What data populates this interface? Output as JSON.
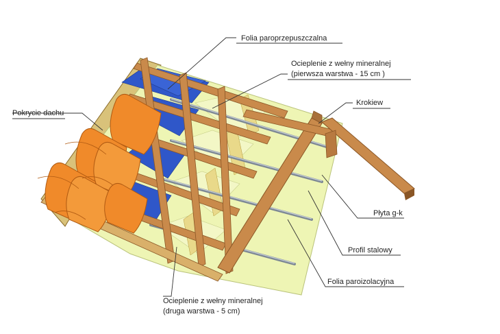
{
  "labels": {
    "vapor_permeable_foil": "Folia paroprzepuszczalna",
    "insulation_first_line1": "Ocieplenie z wełny mineralnej",
    "insulation_first_line2": "(pierwsza warstwa - 15 cm )",
    "rafter": "Krokiew",
    "roof_covering": "Pokrycie dachu",
    "plasterboard": "Płyta g-k",
    "steel_profile": "Profil stalowy",
    "vapor_barrier_foil": "Folia paroizolacyjna",
    "insulation_second_line1": "Ocieplenie z wełny mineralnej",
    "insulation_second_line2": "(druga warstwa - 5 cm)"
  },
  "colors": {
    "tile": "#f08a2a",
    "tile_shadow": "#c8661a",
    "timber": "#c98a4b",
    "timber_dark": "#8a5626",
    "foil_blue": "#2f57c9",
    "insulation": "#eef5b4",
    "wool_yellow": "#e9d98a",
    "steel": "#9aa6b2",
    "leader": "#333333"
  }
}
